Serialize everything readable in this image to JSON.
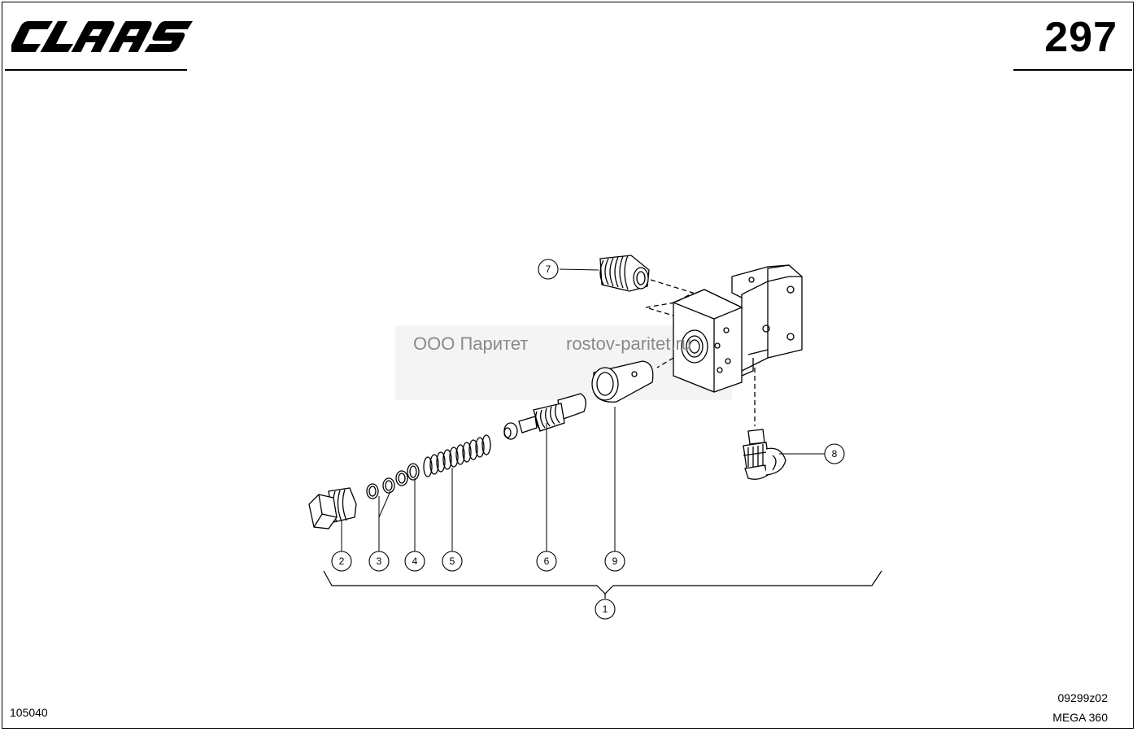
{
  "header": {
    "brand": "CLAAS",
    "page_number": "297"
  },
  "watermark": {
    "company": "ООО Паритет",
    "site": "rostov-paritet.ru"
  },
  "callouts": {
    "c1": "1",
    "c2": "2",
    "c3": "3",
    "c4": "4",
    "c5": "5",
    "c6": "6",
    "c7": "7",
    "c8": "8",
    "c9": "9"
  },
  "footer": {
    "doc_id": "105040",
    "drawing_id": "09299z02",
    "model": "MEGA 360"
  }
}
